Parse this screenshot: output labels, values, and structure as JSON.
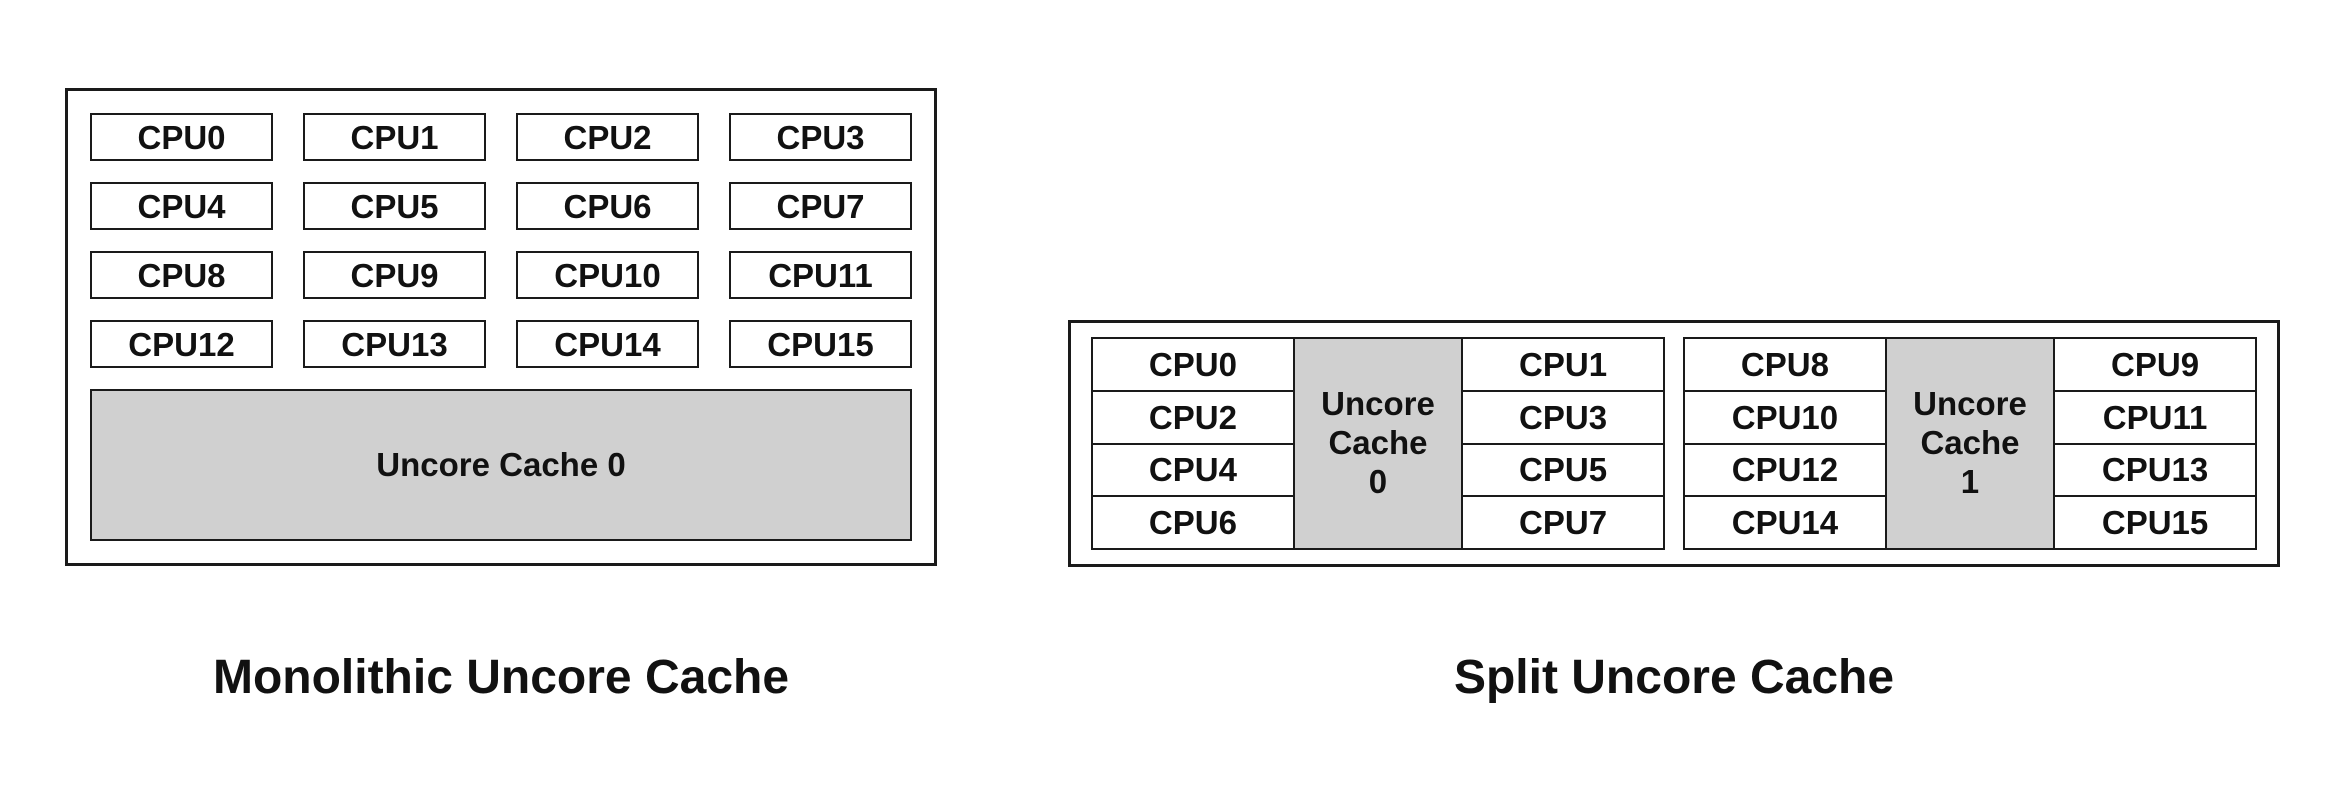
{
  "monolithic": {
    "cpus": [
      "CPU0",
      "CPU1",
      "CPU2",
      "CPU3",
      "CPU4",
      "CPU5",
      "CPU6",
      "CPU7",
      "CPU8",
      "CPU9",
      "CPU10",
      "CPU11",
      "CPU12",
      "CPU13",
      "CPU14",
      "CPU15"
    ],
    "cache_label": "Uncore Cache 0",
    "caption": "Monolithic Uncore Cache"
  },
  "split": {
    "clusters": [
      {
        "left_cpus": [
          "CPU0",
          "CPU2",
          "CPU4",
          "CPU6"
        ],
        "cache_label": "Uncore Cache 0",
        "right_cpus": [
          "CPU1",
          "CPU3",
          "CPU5",
          "CPU7"
        ]
      },
      {
        "left_cpus": [
          "CPU8",
          "CPU10",
          "CPU12",
          "CPU14"
        ],
        "cache_label": "Uncore Cache 1",
        "right_cpus": [
          "CPU9",
          "CPU11",
          "CPU13",
          "CPU15"
        ]
      }
    ],
    "caption": "Split Uncore Cache"
  },
  "colors": {
    "cache_fill": "#d0d0d0",
    "border_color": "#1a1a1a",
    "page_bg": "#ffffff",
    "text_color": "#111111"
  }
}
